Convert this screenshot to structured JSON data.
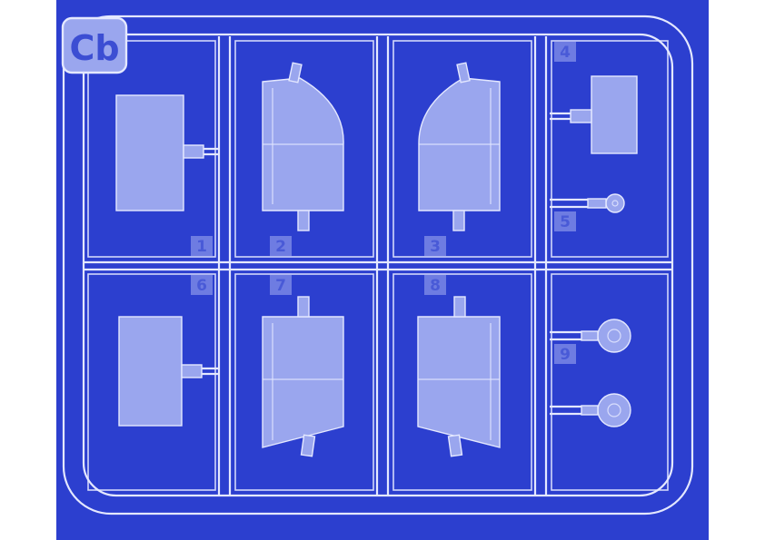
{
  "image": {
    "subject": "clear plastic model-kit sprue on blue background",
    "colors": {
      "background": "#2c3fcf",
      "plastic_stroke": "#e4e8ff",
      "plastic_fill": "#9aa6ee",
      "tag_fill": "#7f8ce6",
      "margin": "#ffffff"
    }
  },
  "sprue": {
    "logo": "Cb",
    "part_numbers": [
      "1",
      "2",
      "3",
      "4",
      "5",
      "6",
      "7",
      "8",
      "9"
    ]
  }
}
